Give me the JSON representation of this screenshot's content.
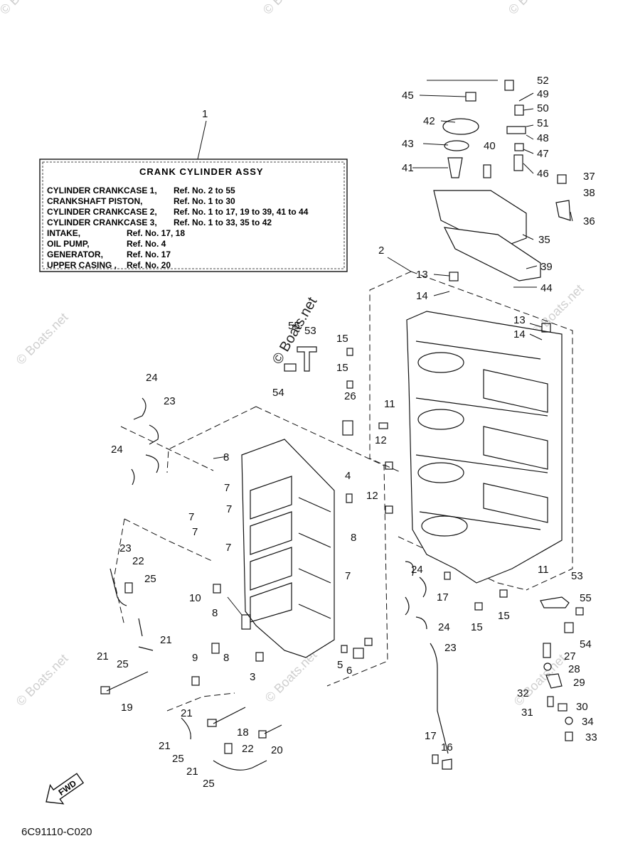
{
  "assembly": {
    "callout": "1",
    "title": "CRANK CYLINDER ASSY",
    "rows": [
      {
        "name": "CYLINDER CRANKCASE 1,",
        "ref": "Ref. No. 2 to 55"
      },
      {
        "name": "CRANKSHAFT PISTON,",
        "ref": "Ref. No. 1 to 30"
      },
      {
        "name": "CYLINDER CRANKCASE 2,",
        "ref": "Ref. No. 1 to 17, 19 to 39, 41 to 44"
      },
      {
        "name": "CYLINDER CRANKCASE 3,",
        "ref": "Ref. No. 1 to 33, 35 to 42"
      },
      {
        "name": "INTAKE,",
        "ref": "Ref. No. 17, 18"
      },
      {
        "name": "OIL PUMP,",
        "ref": "Ref. No. 4"
      },
      {
        "name": "GENERATOR,",
        "ref": "Ref. No. 17"
      },
      {
        "name": "UPPER CASING ,",
        "ref": "Ref. No. 20"
      }
    ]
  },
  "watermark": "© Boats.net",
  "fwd_label": "FWD",
  "diagram_code": "6C91110-C020",
  "callouts": [
    "52",
    "49",
    "45",
    "50",
    "42",
    "51",
    "48",
    "43",
    "47",
    "40",
    "41",
    "46",
    "37",
    "38",
    "36",
    "35",
    "39",
    "44",
    "2",
    "13",
    "14",
    "13",
    "14",
    "53",
    "55",
    "15",
    "15",
    "54",
    "26",
    "11",
    "12",
    "4",
    "12",
    "24",
    "23",
    "24",
    "8",
    "7",
    "7",
    "7",
    "7",
    "7",
    "8",
    "24",
    "11",
    "53",
    "55",
    "17",
    "15",
    "15",
    "23",
    "22",
    "25",
    "10",
    "8",
    "7",
    "24",
    "54",
    "21",
    "21",
    "25",
    "9",
    "8",
    "3",
    "5",
    "6",
    "23",
    "27",
    "28",
    "29",
    "32",
    "30",
    "19",
    "31",
    "34",
    "33",
    "21",
    "18",
    "21",
    "22",
    "20",
    "25",
    "17",
    "16",
    "21",
    "25"
  ]
}
